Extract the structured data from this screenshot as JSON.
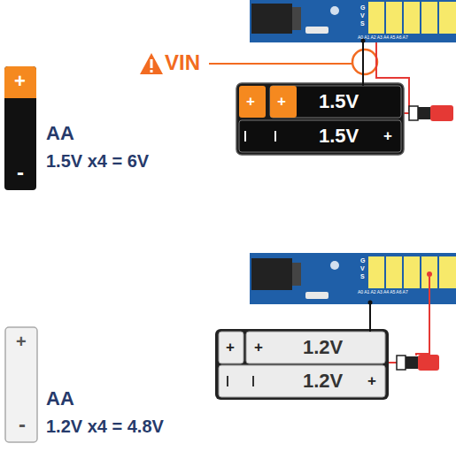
{
  "diagram": {
    "nodes": [
      {
        "text": [
          "G",
          "V",
          "S",
          "A0 A1 A2 A3 A4 A5 A6 A7"
        ]
      },
      {
        "text": [
          "+",
          "-"
        ]
      },
      {
        "text": [
          "+",
          "+",
          "1.5V"
        ]
      },
      {
        "text": [
          "1.5V",
          "+"
        ]
      },
      {
        "text": [
          "G",
          "V",
          "S",
          "A0 A1 A2 A3 A4 A5 A6 A7"
        ]
      },
      {
        "text": [
          "+",
          "-"
        ]
      },
      {
        "text": [
          "+",
          "+",
          "1.2V"
        ]
      },
      {
        "text": [
          "1.2V",
          "+"
        ]
      }
    ],
    "edges": [
      {
        "from": 2,
        "to": 0,
        "arrow": "none"
      },
      {
        "from": 6,
        "to": 4,
        "arrow": "none"
      }
    ],
    "labels": [
      "VIN",
      "AA",
      "1.5V x4 = 6V",
      "AA",
      "1.2V x4 = 4.8V"
    ]
  }
}
